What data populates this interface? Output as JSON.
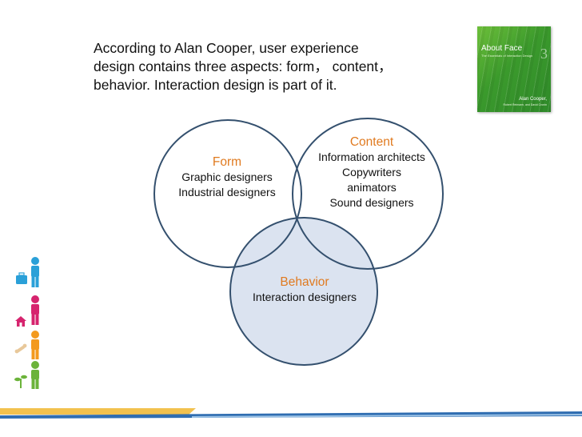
{
  "intro": {
    "line1": "According to Alan Cooper, user experience",
    "line2": "design contains three aspects: form， content，",
    "line3": "behavior. Interaction design is part of it."
  },
  "book": {
    "title": "About Face",
    "subtitle": "The Essentials of Interaction Design",
    "number": "3",
    "author": "Alan Cooper,",
    "authors_more": "Robert Reimann, and David Cronin"
  },
  "venn": {
    "form": {
      "heading": "Form",
      "items": [
        "Graphic designers",
        "Industrial designers"
      ]
    },
    "content": {
      "heading": "Content",
      "items": [
        "Information architects",
        "Copywriters",
        "animators",
        "Sound designers"
      ]
    },
    "behavior": {
      "heading": "Behavior",
      "items": [
        "Interaction designers"
      ]
    }
  },
  "colors": {
    "circle_stroke": "#34506e",
    "behavior_fill": "#dbe3f0",
    "heading": "#e07a1f",
    "stripe_blue": "#2f6db1",
    "stripe_yellow": "#f2c14e"
  },
  "icons": [
    "briefcase-icon",
    "house-icon",
    "bone-icon",
    "plant-icon",
    "person-icon"
  ]
}
